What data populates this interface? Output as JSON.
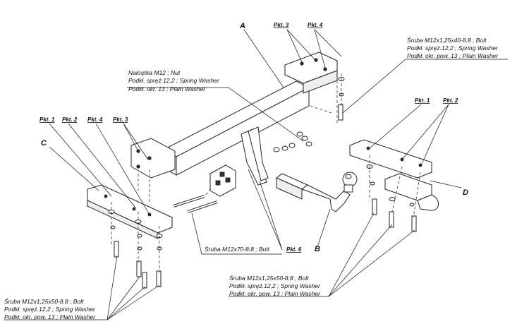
{
  "letters": {
    "a": "A",
    "b": "B",
    "c": "C",
    "d": "D"
  },
  "pkt": {
    "p3_top": "Pkt. 3",
    "p4_top": "Pkt. 4",
    "p1_left": "Pkt. 1",
    "p2_left": "Pkt. 2",
    "p4_left": "Pkt. 4",
    "p3_left": "Pkt. 3",
    "p1_right": "Pkt. 1",
    "p2_right": "Pkt. 2",
    "p6": "Pkt. 6"
  },
  "callouts": {
    "top_right": [
      "Śruba M12x1,25x40-8.8 ;  Bolt",
      "Podkł. spręż.12,2 ; Spring Washer",
      "Podkł. okr. pow. 13 ; Plain Washer"
    ],
    "nut": [
      "Nakrętka  M12 ; Nut",
      "Podkł. spręż.12,2 ; Spring Washer",
      "Podkł. okr. 13 ; Plain Washer"
    ],
    "bolt_m12x70": "Śruba M12x70-8.8 ;  Bolt",
    "bottom_center": [
      "Śruba M12x1,25x50-8.8 ;  Bolt",
      "Podkł. spręż.12,2 ; Spring Washer",
      "Podkł. okr. pow. 13 ; Plain Washer"
    ],
    "bottom_left": [
      "Śruba M12x1,25x50-8.8 ;  Bolt",
      "Podkł. spręż.12,2 ; Spring Washer",
      "Podkł. okr. pow. 13 ; Plain Washer"
    ]
  }
}
